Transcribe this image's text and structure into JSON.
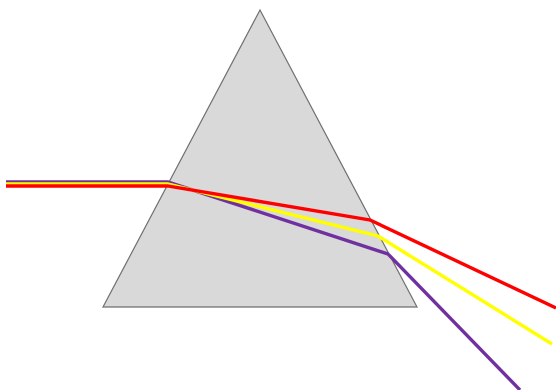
{
  "diagram": {
    "prism": {
      "fill": "#d9d9d9",
      "stroke": "#6f6f6f"
    },
    "rays": [
      {
        "color": "violet",
        "stroke": "#7030a0"
      },
      {
        "color": "yellow",
        "stroke": "#ffff00"
      },
      {
        "color": "red",
        "stroke": "#ff0000"
      }
    ]
  }
}
